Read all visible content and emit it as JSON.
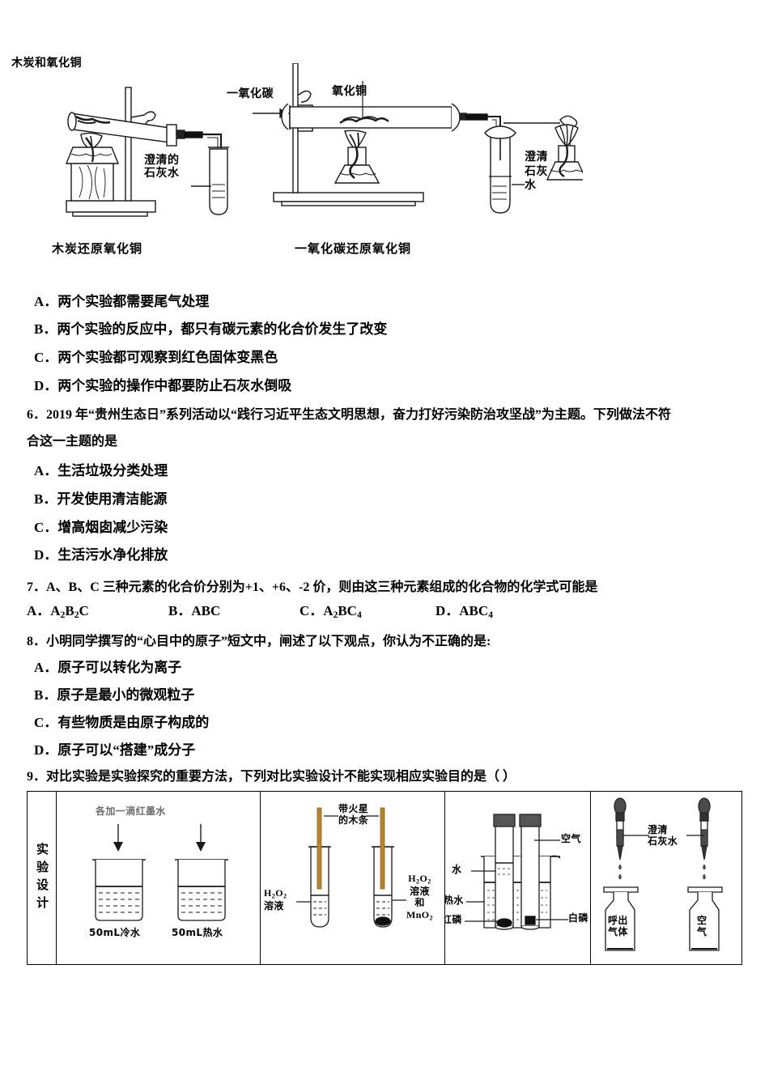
{
  "figures": {
    "left": {
      "top_label": "木炭和氧化铜",
      "lime_label": "澄清的\n石灰水",
      "caption": "木炭还原氧化铜"
    },
    "right": {
      "gas_label": "一氧化碳",
      "solid_label": "氧化铜",
      "lime_label": "澄清\n石灰\n水",
      "caption": "一氧化碳还原氧化铜"
    }
  },
  "q5_options": [
    {
      "letter": "A．",
      "text": "两个实验都需要尾气处理"
    },
    {
      "letter": "B．",
      "text": "两个实验的反应中，都只有碳元素的化合价发生了改变"
    },
    {
      "letter": "C．",
      "text": "两个实验都可观察到红色固体变黑色"
    },
    {
      "letter": "D．",
      "text": "两个实验的操作中都要防止石灰水倒吸"
    }
  ],
  "q6": {
    "stem_line1": "6．2019 年“贵州生态日”系列活动以“践行习近平生态文明思想，奋力打好污染防治攻坚战”为主题。下列做法不符",
    "stem_line2": "合这一主题的是",
    "options": [
      {
        "letter": "A．",
        "text": "生活垃圾分类处理"
      },
      {
        "letter": "B．",
        "text": "开发使用清洁能源"
      },
      {
        "letter": "C．",
        "text": "增高烟囱减少污染"
      },
      {
        "letter": "D．",
        "text": "生活污水净化排放"
      }
    ]
  },
  "q7": {
    "stem": "7．A、B、C 三种元素的化合价分别为+1、+6、-2 价，则由这三种元素组成的化合物的化学式可能是",
    "options": [
      {
        "letter": "A．",
        "formula": "A2B2C"
      },
      {
        "letter": "B．",
        "formula": "ABC"
      },
      {
        "letter": "C．",
        "formula": "A2BC4"
      },
      {
        "letter": "D．",
        "formula": "ABC4"
      }
    ]
  },
  "q8": {
    "stem": "8．小明同学撰写的“心目中的原子”短文中，闸述了以下观点，你认为不正确的是:",
    "options": [
      {
        "letter": "A．",
        "text": "原子可以转化为离子"
      },
      {
        "letter": "B．",
        "text": "原子是最小的微观粒子"
      },
      {
        "letter": "C．",
        "text": "有些物质是由原子构成的"
      },
      {
        "letter": "D．",
        "text": "原子可以“搭建”成分子"
      }
    ]
  },
  "q9": {
    "stem": "9．对比实验是实验探究的重要方法，下列对比实验设计不能实现相应实验目的是（      ）",
    "table": {
      "row_header": "实验设计",
      "cells": [
        {
          "id": "beakers",
          "top_label": "各加一滴红墨水",
          "left_caption": "50mL冷水",
          "right_caption": "50mL热水"
        },
        {
          "id": "test-tubes-h2o2",
          "top_label": "带火星\n的木条",
          "left_label": "H2O2\n溶液",
          "right_label": "H2O2\n溶液\n和\nMnO2"
        },
        {
          "id": "phosphorus-beaker",
          "labels": [
            "水",
            "热水",
            "红磷",
            "空气",
            "白磷"
          ]
        },
        {
          "id": "gas-bottles",
          "top_label": "澄清\n石灰水",
          "left_bottle": "呼出\n气体",
          "right_bottle": "空气"
        }
      ]
    }
  }
}
